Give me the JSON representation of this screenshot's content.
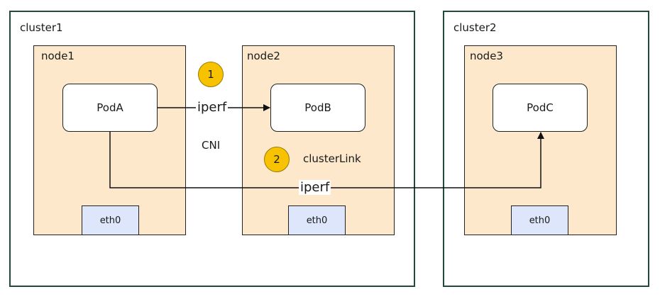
{
  "clusters": [
    {
      "label": "cluster1"
    },
    {
      "label": "cluster2"
    }
  ],
  "nodes": [
    {
      "label": "node1"
    },
    {
      "label": "node2"
    },
    {
      "label": "node3"
    }
  ],
  "pods": [
    {
      "label": "PodA"
    },
    {
      "label": "PodB"
    },
    {
      "label": "PodC"
    }
  ],
  "interfaces": [
    {
      "label": "eth0"
    },
    {
      "label": "eth0"
    },
    {
      "label": "eth0"
    }
  ],
  "badges": [
    {
      "label": "1"
    },
    {
      "label": "2"
    }
  ],
  "path_labels": {
    "cni": "CNI",
    "clusterlink": "clusterLink"
  },
  "edges": [
    {
      "label": "iperf"
    },
    {
      "label": "iperf"
    }
  ]
}
